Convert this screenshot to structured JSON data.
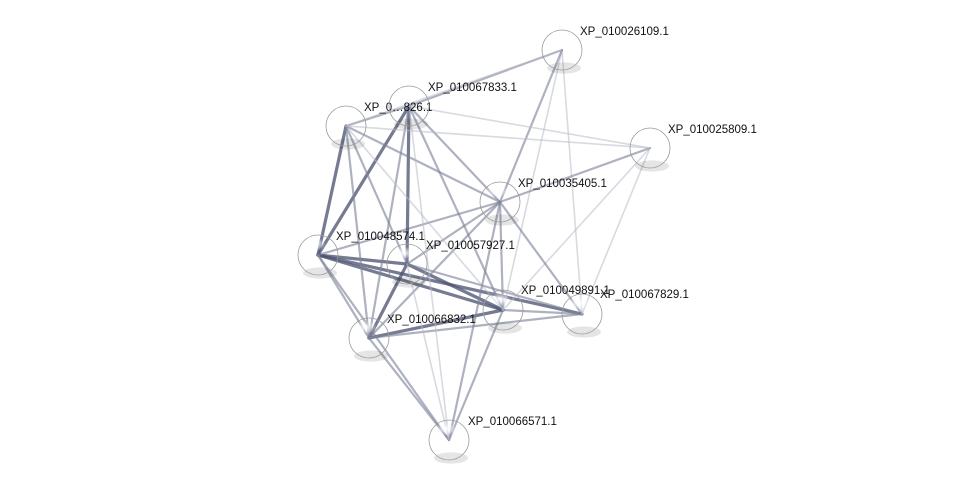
{
  "colors": {
    "query_node": "#d9606a",
    "node": "#e6e6e6",
    "edge_strong": "#4f5673",
    "edge_medium": "#7d8299",
    "edge_weak": "#b8bbc8"
  },
  "nodes": [
    {
      "id": "n_26109",
      "label": "XP_010026109.1",
      "type": "normal"
    },
    {
      "id": "n_25809",
      "label": "XP_010025809.1",
      "type": "normal"
    },
    {
      "id": "n_67833",
      "label": "XP_010067833.1",
      "type": "normal"
    },
    {
      "id": "n_826",
      "label": "XP_0…826.1",
      "type": "normal"
    },
    {
      "id": "n_35405",
      "label": "XP_010035405.1",
      "type": "query"
    },
    {
      "id": "n_48574",
      "label": "XP_010048574.1",
      "type": "normal"
    },
    {
      "id": "n_57927",
      "label": "XP_010057927.1",
      "type": "normal"
    },
    {
      "id": "n_49891",
      "label": "XP_010049891.1",
      "type": "normal"
    },
    {
      "id": "n_67829",
      "label": "XP_010067829.1",
      "type": "normal"
    },
    {
      "id": "n_66832",
      "label": "XP_010066832.1",
      "type": "normal"
    },
    {
      "id": "n_66571",
      "label": "XP_010066571.1",
      "type": "normal"
    }
  ],
  "edges": [
    {
      "source": "n_48574",
      "target": "n_67833",
      "strength": "strong"
    },
    {
      "source": "n_48574",
      "target": "n_826",
      "strength": "strong"
    },
    {
      "source": "n_48574",
      "target": "n_57927",
      "strength": "strong"
    },
    {
      "source": "n_48574",
      "target": "n_49891",
      "strength": "strong"
    },
    {
      "source": "n_48574",
      "target": "n_67829",
      "strength": "strong"
    },
    {
      "source": "n_48574",
      "target": "n_66832",
      "strength": "medium"
    },
    {
      "source": "n_48574",
      "target": "n_35405",
      "strength": "medium"
    },
    {
      "source": "n_57927",
      "target": "n_67833",
      "strength": "strong"
    },
    {
      "source": "n_57927",
      "target": "n_826",
      "strength": "medium"
    },
    {
      "source": "n_57927",
      "target": "n_49891",
      "strength": "strong"
    },
    {
      "source": "n_57927",
      "target": "n_66832",
      "strength": "strong"
    },
    {
      "source": "n_57927",
      "target": "n_35405",
      "strength": "medium"
    },
    {
      "source": "n_57927",
      "target": "n_67829",
      "strength": "medium"
    },
    {
      "source": "n_66832",
      "target": "n_49891",
      "strength": "strong"
    },
    {
      "source": "n_66832",
      "target": "n_67829",
      "strength": "medium"
    },
    {
      "source": "n_66832",
      "target": "n_67833",
      "strength": "medium"
    },
    {
      "source": "n_66832",
      "target": "n_826",
      "strength": "medium"
    },
    {
      "source": "n_66832",
      "target": "n_35405",
      "strength": "medium"
    },
    {
      "source": "n_66832",
      "target": "n_66571",
      "strength": "medium"
    },
    {
      "source": "n_49891",
      "target": "n_67829",
      "strength": "medium"
    },
    {
      "source": "n_49891",
      "target": "n_35405",
      "strength": "medium"
    },
    {
      "source": "n_49891",
      "target": "n_67833",
      "strength": "medium"
    },
    {
      "source": "n_49891",
      "target": "n_826",
      "strength": "weak"
    },
    {
      "source": "n_49891",
      "target": "n_66571",
      "strength": "medium"
    },
    {
      "source": "n_49891",
      "target": "n_26109",
      "strength": "weak"
    },
    {
      "source": "n_49891",
      "target": "n_25809",
      "strength": "weak"
    },
    {
      "source": "n_67829",
      "target": "n_35405",
      "strength": "medium"
    },
    {
      "source": "n_67829",
      "target": "n_25809",
      "strength": "weak"
    },
    {
      "source": "n_67829",
      "target": "n_26109",
      "strength": "weak"
    },
    {
      "source": "n_35405",
      "target": "n_67833",
      "strength": "medium"
    },
    {
      "source": "n_35405",
      "target": "n_826",
      "strength": "medium"
    },
    {
      "source": "n_35405",
      "target": "n_26109",
      "strength": "medium"
    },
    {
      "source": "n_35405",
      "target": "n_25809",
      "strength": "medium"
    },
    {
      "source": "n_35405",
      "target": "n_66571",
      "strength": "medium"
    },
    {
      "source": "n_67833",
      "target": "n_826",
      "strength": "medium"
    },
    {
      "source": "n_67833",
      "target": "n_26109",
      "strength": "medium"
    },
    {
      "source": "n_67833",
      "target": "n_25809",
      "strength": "weak"
    },
    {
      "source": "n_67833",
      "target": "n_66571",
      "strength": "weak"
    },
    {
      "source": "n_826",
      "target": "n_25809",
      "strength": "weak"
    },
    {
      "source": "n_826",
      "target": "n_26109",
      "strength": "weak"
    },
    {
      "source": "n_48574",
      "target": "n_66571",
      "strength": "medium"
    },
    {
      "source": "n_57927",
      "target": "n_66571",
      "strength": "weak"
    }
  ]
}
